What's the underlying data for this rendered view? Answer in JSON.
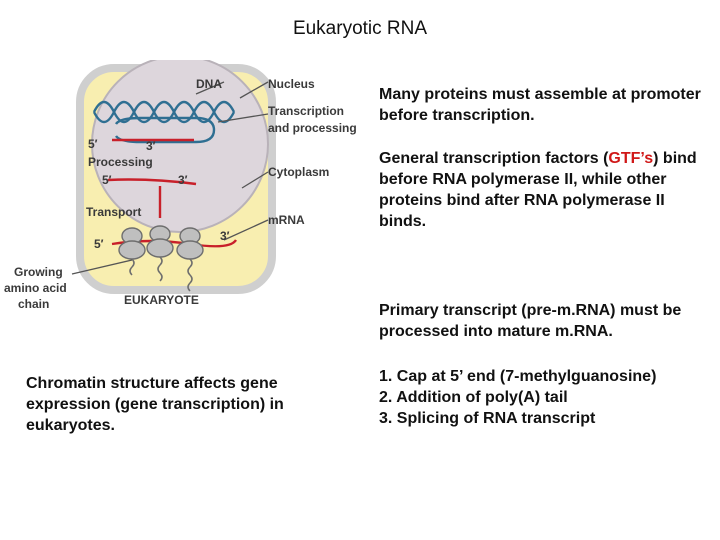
{
  "title": "Eukaryotic RNA",
  "diagram": {
    "labels": {
      "dna": "DNA",
      "nucleus": "Nucleus",
      "transcription_1": "Transcription",
      "transcription_2": "and processing",
      "cytoplasm": "Cytoplasm",
      "mrna": "mRNA",
      "processing": "Processing",
      "transport": "Transport",
      "five_prime_top": "5′",
      "three_prime_top": "3′",
      "five_prime_mid": "5′",
      "three_prime_mid": "3′",
      "five_prime_bottom": "5′",
      "three_prime_bottom": "3′",
      "growing_1": "Growing",
      "growing_2": "amino acid",
      "growing_3": "chain",
      "caption": "EUKARYOTE"
    }
  },
  "text": {
    "p1": "Many proteins must assemble at promoter before transcription.",
    "p2_before": "General transcription factors (",
    "p2_highlight": "GTF’s",
    "p2_after": ") bind before RNA polymerase II, while other proteins bind after RNA polymerase II binds.",
    "p3": "Primary transcript (pre-m.RNA) must be processed into mature m.RNA.",
    "p4_line1": "1. Cap at 5’ end (7-methylguanosine)",
    "p4_line2": "2. Addition of poly(A) tail",
    "p4_line3": "3. Splicing of RNA transcript",
    "p5": "Chromatin structure affects gene expression (gene transcription) in eukaryotes."
  },
  "colors": {
    "cytoplasm": "#f8eeb0",
    "cell_border": "#cfcfcf",
    "nucleus": "#ddd6dc",
    "dna": "#2f6f92",
    "rna": "#c8202a",
    "highlight": "#d01818"
  }
}
